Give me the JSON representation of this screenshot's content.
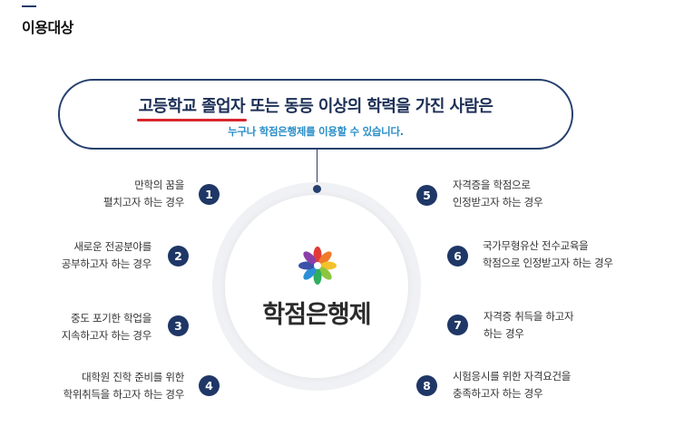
{
  "page": {
    "title": "이용대상"
  },
  "pill": {
    "headline_highlight": "고등학교 졸업자",
    "headline_rest": " 또는 동등 이상의 학력을 가진 사람은",
    "subline": "누구나 학점은행제를 이용할 수 있습니다."
  },
  "brand": {
    "name": "학점은행제"
  },
  "colors": {
    "navy": "#1f3766",
    "accent_red": "#d8262e",
    "accent_blue": "#2a8ec8"
  },
  "items": [
    {
      "number": "1",
      "line1": "만학의 꿈을",
      "line2": "펼치고자 하는 경우"
    },
    {
      "number": "2",
      "line1": "새로운 전공분야를",
      "line2": "공부하고자 하는 경우"
    },
    {
      "number": "3",
      "line1": "중도 포기한 학업을",
      "line2": "지속하고자 하는 경우"
    },
    {
      "number": "4",
      "line1": "대학원 진학 준비를 위한",
      "line2": "학위취득을 하고자 하는 경우"
    },
    {
      "number": "5",
      "line1": "자격증을 학점으로",
      "line2": "인정받고자 하는 경우"
    },
    {
      "number": "6",
      "line1": "국가무형유산 전수교육을",
      "line2": "학점으로 인정받고자 하는 경우"
    },
    {
      "number": "7",
      "line1": "자격증 취득을 하고자",
      "line2": "하는 경우"
    },
    {
      "number": "8",
      "line1": "시험응시를 위한 자격요건을",
      "line2": "충족하고자 하는 경우"
    }
  ]
}
